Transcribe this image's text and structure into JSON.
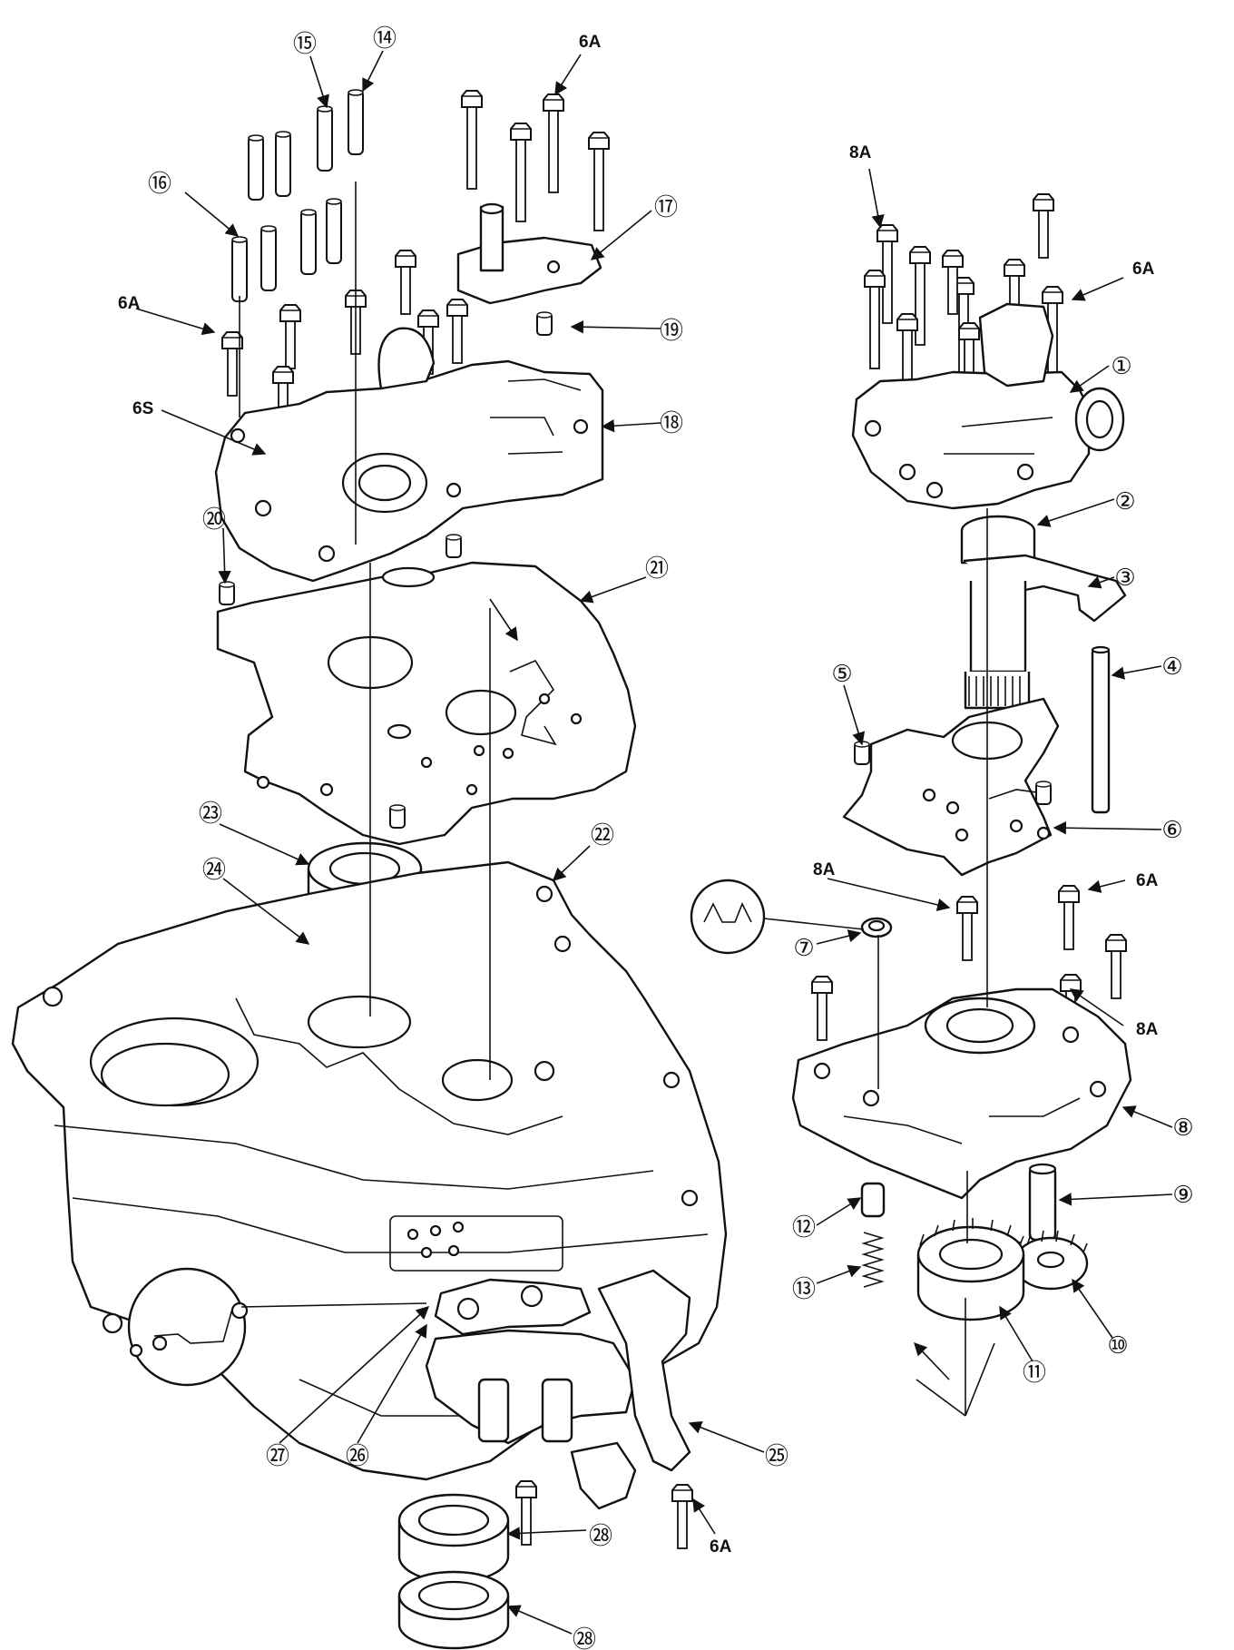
{
  "callouts": {
    "c1": "①",
    "c2": "②",
    "c3": "③",
    "c4": "④",
    "c5": "⑤",
    "c6": "⑥",
    "c7": "⑦",
    "c8": "⑧",
    "c9": "⑨",
    "c10": "⑩",
    "c11": "⑪",
    "c12": "⑫",
    "c13": "⑬",
    "c14": "⑭",
    "c15": "⑮",
    "c16": "⑯",
    "c17": "⑰",
    "c18": "⑱",
    "c19": "⑲",
    "c20": "⑳",
    "c21": "㉑",
    "c22": "㉒",
    "c23": "㉓",
    "c24": "㉔",
    "c25": "㉕",
    "c26": "㉖",
    "c27": "㉗",
    "c28a": "㉘",
    "c28b": "㉘"
  },
  "torque": {
    "t6a_top": "6A",
    "t6a_left": "6A",
    "t6s": "6S",
    "t8a_top": "8A",
    "t6a_right_top": "6A",
    "t8a_mid": "8A",
    "t6a_mid": "6A",
    "t8a_lower": "8A",
    "t6a_bottom": "6A"
  }
}
